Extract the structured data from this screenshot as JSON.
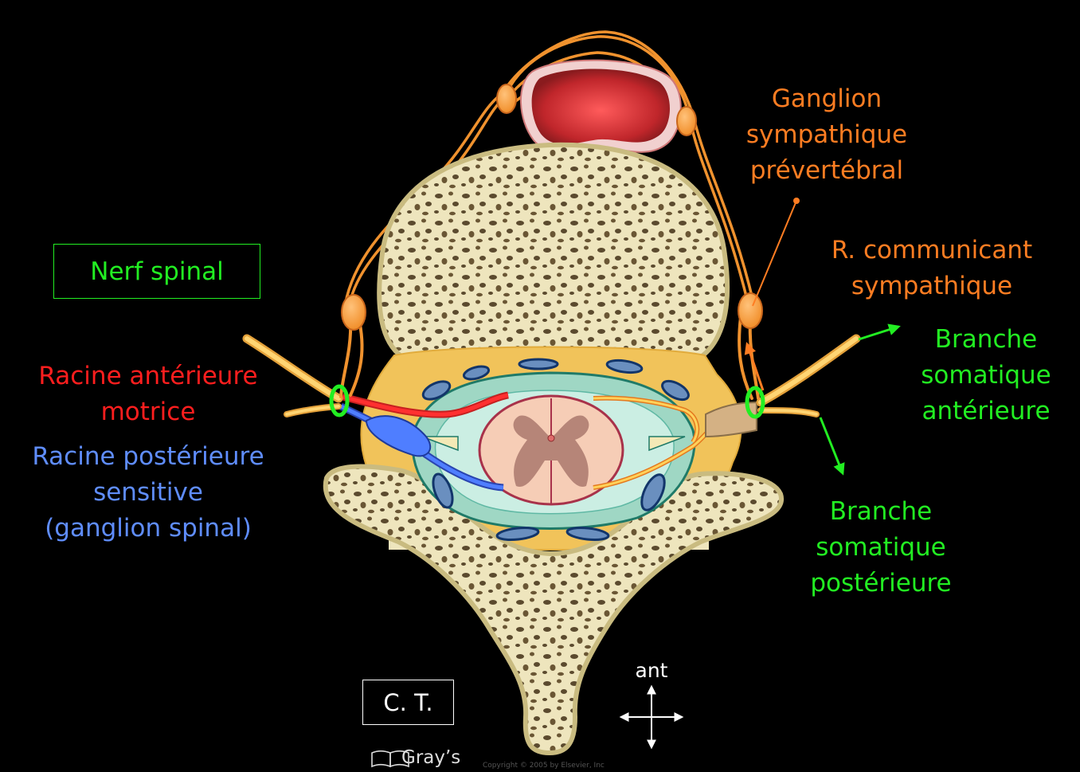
{
  "labels": {
    "ganglion": [
      "Ganglion",
      "sympathique",
      "prévertébral"
    ],
    "communicant": [
      "R. communicant",
      "sympathique"
    ],
    "anterior_branch": [
      "Branche",
      "somatique",
      "antérieure"
    ],
    "posterior_branch": [
      "Branche",
      "somatique",
      "postérieure"
    ],
    "anterior_root": [
      "Racine antérieure",
      "motrice"
    ],
    "posterior_root": [
      "Racine postérieure",
      "sensitive",
      "(ganglion spinal)"
    ],
    "spinal_nerve": "Nerf spinal",
    "ct": "C. T.",
    "orientation": "ant",
    "credit": "Gray’s",
    "copyright": "Copyright © 2005 by Elsevier, Inc"
  },
  "colors": {
    "orange": "#ff7d22",
    "green": "#22ee22",
    "red": "#ff1e1e",
    "blue": "#5f8dff",
    "bone": "#ece3b8",
    "aorta": "#c1242b"
  },
  "icons": {
    "book": "book-icon",
    "compass": "orientation-cross-icon"
  }
}
